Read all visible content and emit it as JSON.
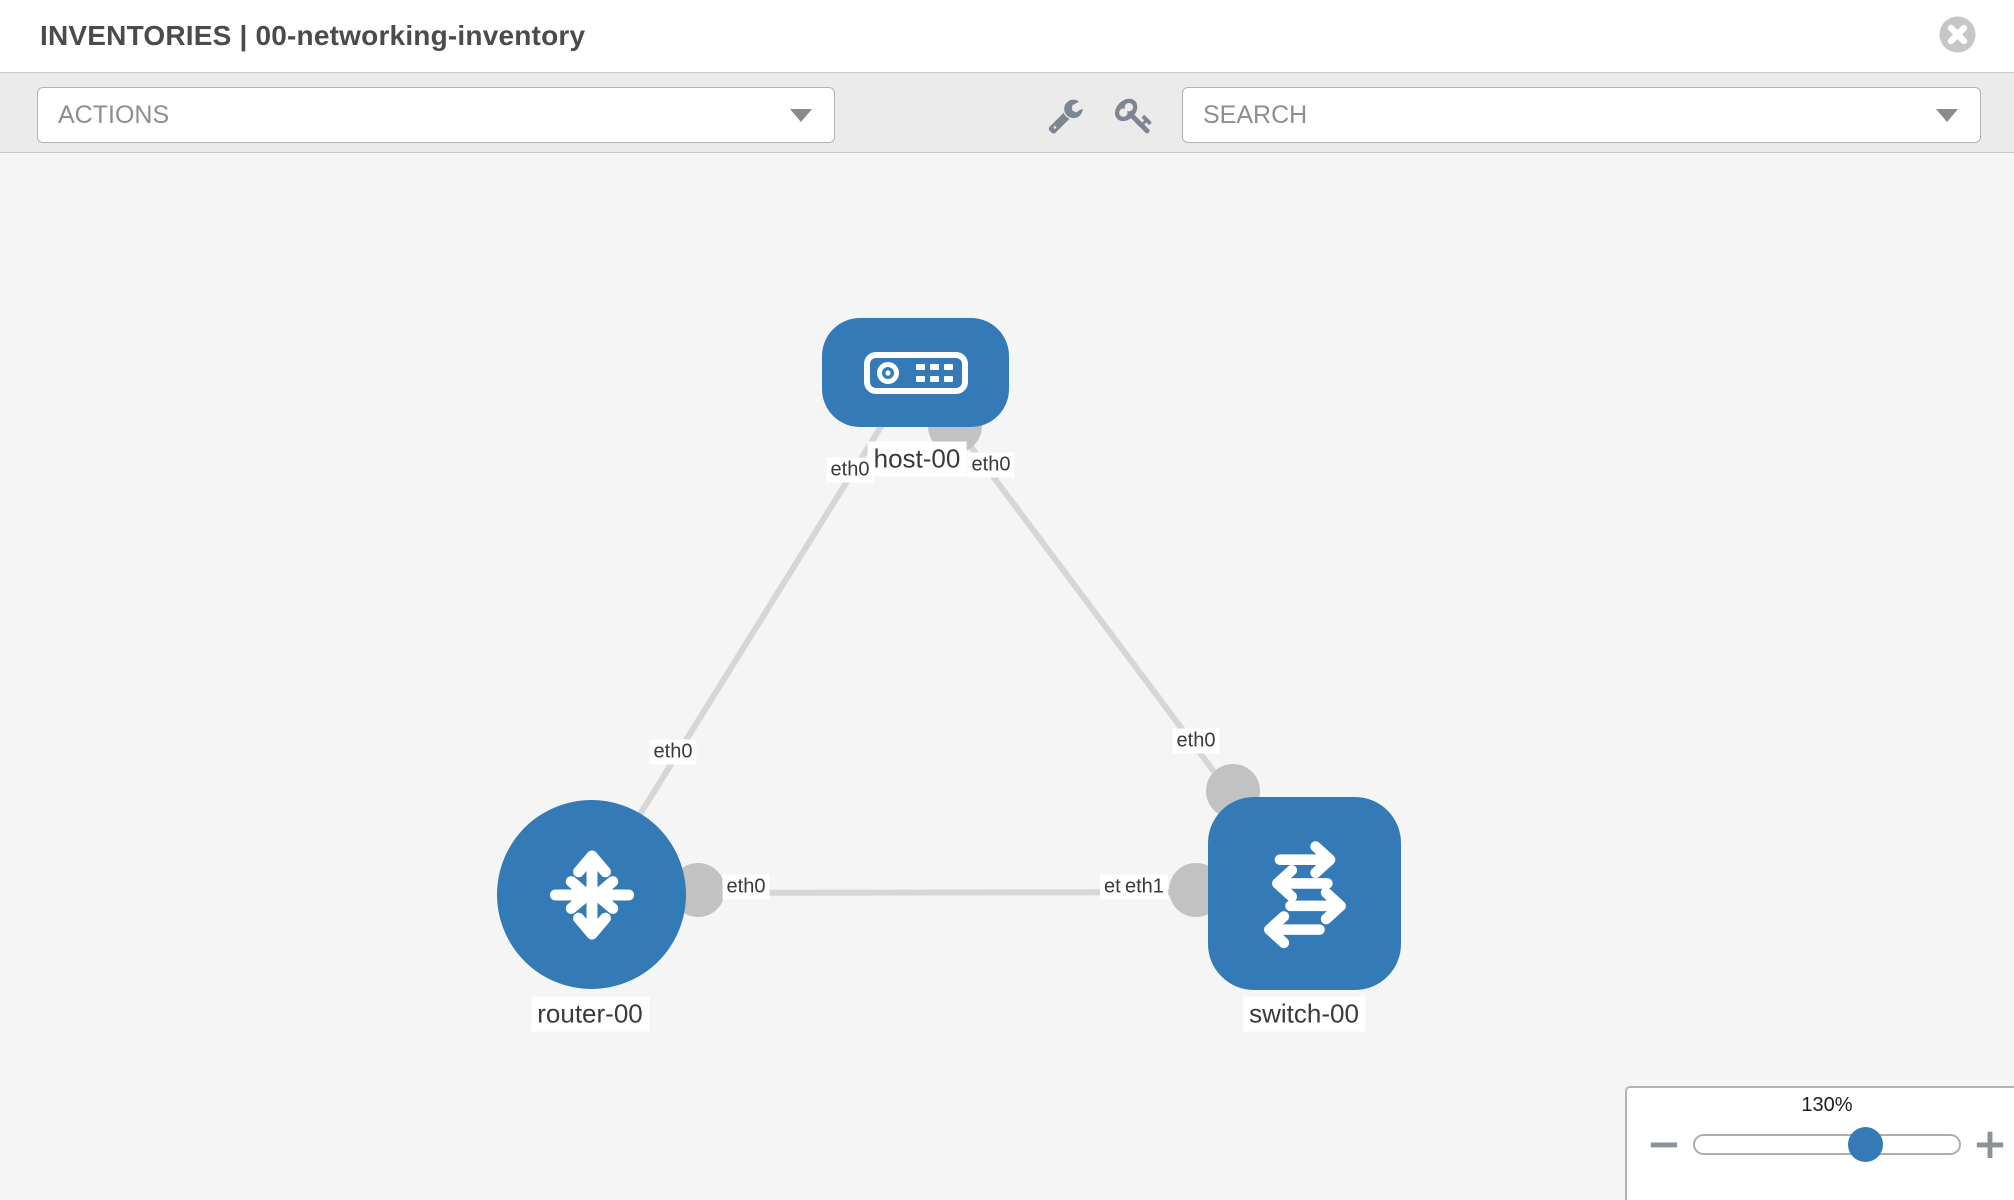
{
  "header": {
    "title": "INVENTORIES | 00-networking-inventory"
  },
  "toolbar": {
    "actions": {
      "label": "ACTIONS"
    },
    "search": {
      "label": "SEARCH"
    },
    "tool_icons": [
      "wrench-icon",
      "key-icon"
    ]
  },
  "topology": {
    "nodes": [
      {
        "id": "host-00",
        "label": "host-00",
        "type": "host",
        "shape": "rounded-rectangle",
        "color": "#337ab7"
      },
      {
        "id": "router-00",
        "label": "router-00",
        "type": "router",
        "shape": "circle",
        "color": "#337ab7"
      },
      {
        "id": "switch-00",
        "label": "switch-00",
        "type": "switch",
        "shape": "rounded-square",
        "color": "#337ab7"
      }
    ],
    "links": [
      {
        "source": "host-00",
        "source_interface": "eth0",
        "target": "router-00",
        "target_interface": "eth0"
      },
      {
        "source": "host-00",
        "source_interface": "eth0",
        "target": "switch-00",
        "target_interface": "eth0"
      },
      {
        "source": "router-00",
        "source_interface": "eth0",
        "target": "switch-00",
        "target_interface": "eth1"
      }
    ],
    "interface_labels": {
      "host_left": "eth0",
      "host_right": "eth0",
      "router_top": "eth0",
      "switch_top": "eth0",
      "link_mid_router_side": "eth0",
      "link_mid_switch_side_back": "eth0",
      "link_mid_switch_side_front": "eth1"
    }
  },
  "zoom_control": {
    "level": "130%",
    "minus_label": "−",
    "plus_label": "+"
  },
  "colors": {
    "node_blue": "#337ab7",
    "link_gray": "#d6d6d6",
    "interface_dot_gray": "#c2c2c2",
    "canvas_bg": "#f5f5f5",
    "toolbar_bg": "#ebebeb"
  }
}
